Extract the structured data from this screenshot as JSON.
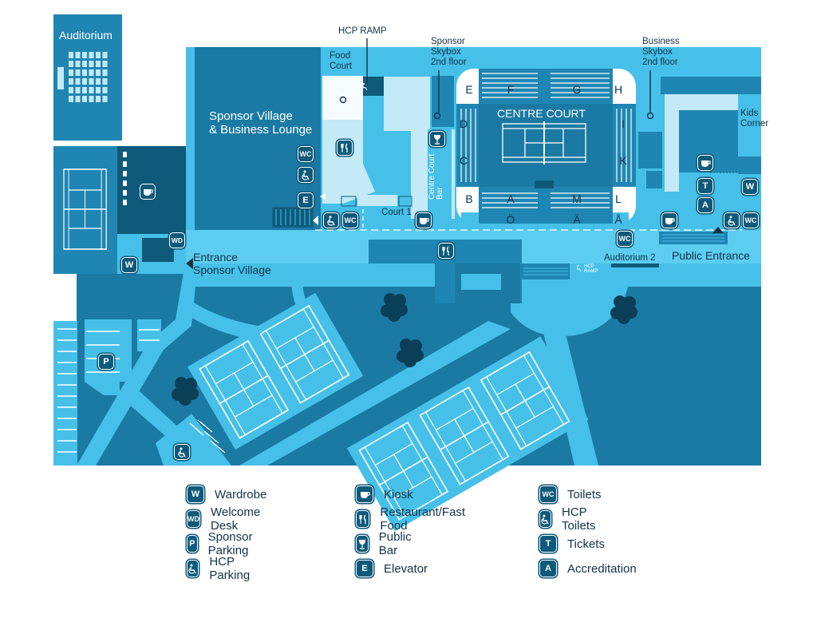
{
  "labels": {
    "auditorium": "Auditorium",
    "hcp_ramp": "HCP RAMP",
    "food_court": "Food\nCourt",
    "sponsor_skybox": "Sponsor\nSkybox\n2nd floor",
    "business_skybox": "Business\nSkybox\n2nd floor",
    "kids_corner": "Kids\nCorner",
    "sponsor_village": "Sponsor Village\n& Business Lounge",
    "centre_court": "CENTRE COURT",
    "centre_court_bar": "Centre Court\nBar",
    "court_1": "Court 1",
    "entrance_sponsor_village": "Entrance\nSponsor Village",
    "public_entrance": "Public Entrance",
    "auditorium_2": "Auditorium 2",
    "hcp_ramp_small": "HCP\nRAMP"
  },
  "seating_sections": [
    "E",
    "F",
    "G",
    "H",
    "D",
    "I",
    "C",
    "K",
    "B",
    "A",
    "M",
    "L",
    "Ö",
    "Ä",
    "Å"
  ],
  "legend": [
    {
      "icon": "wardrobe",
      "symbol": "W",
      "label": "Wardrobe"
    },
    {
      "icon": "welcome-desk",
      "symbol": "WD",
      "label": "Welcome Desk"
    },
    {
      "icon": "sponsor-parking",
      "symbol": "P",
      "label": "Sponsor Parking"
    },
    {
      "icon": "hcp-parking",
      "symbol": "wheelchair",
      "label": "HCP Parking"
    },
    {
      "icon": "kiosk",
      "symbol": "cup",
      "label": "Kiosk"
    },
    {
      "icon": "restaurant",
      "symbol": "fork-knife",
      "label": "Restaurant/Fast Food"
    },
    {
      "icon": "public-bar",
      "symbol": "glass",
      "label": "Public Bar"
    },
    {
      "icon": "elevator",
      "symbol": "E",
      "label": "Elevator"
    },
    {
      "icon": "toilets",
      "symbol": "WC",
      "label": "Toilets"
    },
    {
      "icon": "hcp-toilets",
      "symbol": "wheelchair",
      "label": "HCP Toilets"
    },
    {
      "icon": "tickets",
      "symbol": "T",
      "label": "Tickets"
    },
    {
      "icon": "accreditation",
      "symbol": "A",
      "label": "Accreditation"
    }
  ],
  "colors": {
    "dark": "#0f5a7a",
    "mid": "#1f86b3",
    "light": "#46c0e8",
    "pale": "#c4e9f7",
    "text": "#123246"
  }
}
